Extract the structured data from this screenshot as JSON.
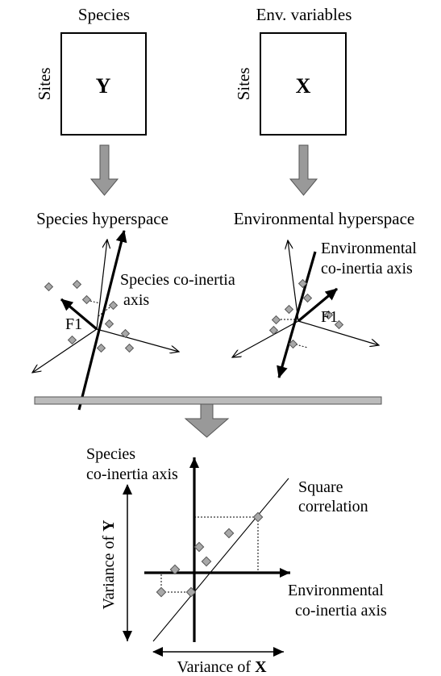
{
  "top": {
    "species_title": "Species",
    "env_title": "Env. variables",
    "sites_label_left": "Sites",
    "sites_label_right": "Sites",
    "matrix_y": "Y",
    "matrix_x": "X"
  },
  "hyperspace": {
    "species_title": "Species hyperspace",
    "env_title": "Environmental hyperspace",
    "species_axis_line1": "Species co-inertia",
    "species_axis_line2": "axis",
    "species_f1": "F1",
    "env_axis_line1": "Environmental",
    "env_axis_line2": "co-inertia axis",
    "env_f1": "F1"
  },
  "bottom": {
    "species_axis_line1": "Species",
    "species_axis_line2": "co-inertia axis",
    "square_line1": "Square",
    "square_line2": "correlation",
    "env_axis_line1": "Environmental",
    "env_axis_line2": "co-inertia axis",
    "variance_y_prefix": "Variance of ",
    "variance_y_bold": "Y",
    "variance_x_prefix": "Variance of ",
    "variance_x_bold": "X"
  },
  "colors": {
    "arrow_fill": "#999999",
    "point_fill": "#a8a8a8",
    "stroke": "#000000"
  }
}
